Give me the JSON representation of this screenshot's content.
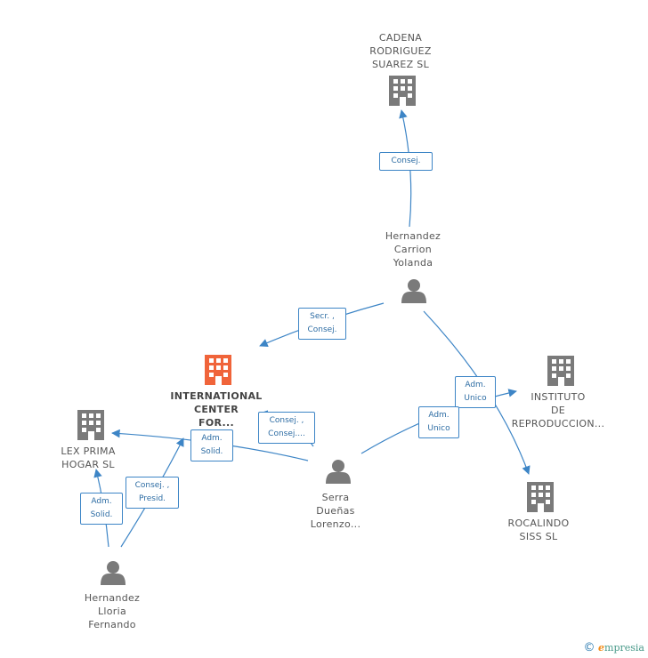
{
  "colors": {
    "edge": "#3d85c6",
    "company": "#7a7a7a",
    "company_main": "#f0643a",
    "person": "#7a7a7a"
  },
  "nodes": {
    "cadena": {
      "lines": [
        "CADENA",
        "RODRIGUEZ",
        "SUAREZ  SL"
      ],
      "icon": "building-icon"
    },
    "hernandez_carrion": {
      "lines": [
        "Hernandez",
        "Carrion",
        "Yolanda"
      ],
      "icon": "person-icon"
    },
    "international": {
      "lines": [
        "INTERNATIONAL",
        "CENTER",
        "FOR..."
      ],
      "icon": "building-icon"
    },
    "instituto": {
      "lines": [
        "INSTITUTO",
        "DE",
        "REPRODUCCION..."
      ],
      "icon": "building-icon"
    },
    "lex_prima": {
      "lines": [
        "LEX PRIMA",
        "HOGAR SL"
      ],
      "icon": "building-icon"
    },
    "serra": {
      "lines": [
        "Serra",
        "Dueñas",
        "Lorenzo..."
      ],
      "icon": "person-icon"
    },
    "rocalindo": {
      "lines": [
        "ROCALINDO",
        "SISS SL"
      ],
      "icon": "building-icon"
    },
    "hernandez_lloria": {
      "lines": [
        "Hernandez",
        "Lloria",
        "Fernando"
      ],
      "icon": "person-icon"
    }
  },
  "edges": {
    "consej_cadena": {
      "lines": [
        "Consej."
      ]
    },
    "secr_consej": {
      "lines": [
        "Secr. ,",
        "Consej."
      ]
    },
    "adm_unico_carrion": {
      "lines": [
        "Adm.",
        "Unico"
      ]
    },
    "adm_unico_serra": {
      "lines": [
        "Adm.",
        "Unico"
      ]
    },
    "consej_serra": {
      "lines": [
        "Consej. ,",
        "Consej...."
      ]
    },
    "adm_solid_serra": {
      "lines": [
        "Adm.",
        "Solid."
      ]
    },
    "consej_presid": {
      "lines": [
        "Consej. ,",
        "Presid."
      ]
    },
    "adm_solid_lloria": {
      "lines": [
        "Adm.",
        "Solid."
      ]
    }
  },
  "footer": {
    "copyright": "©",
    "brand_initial": "e",
    "brand_rest": "mpresia"
  }
}
